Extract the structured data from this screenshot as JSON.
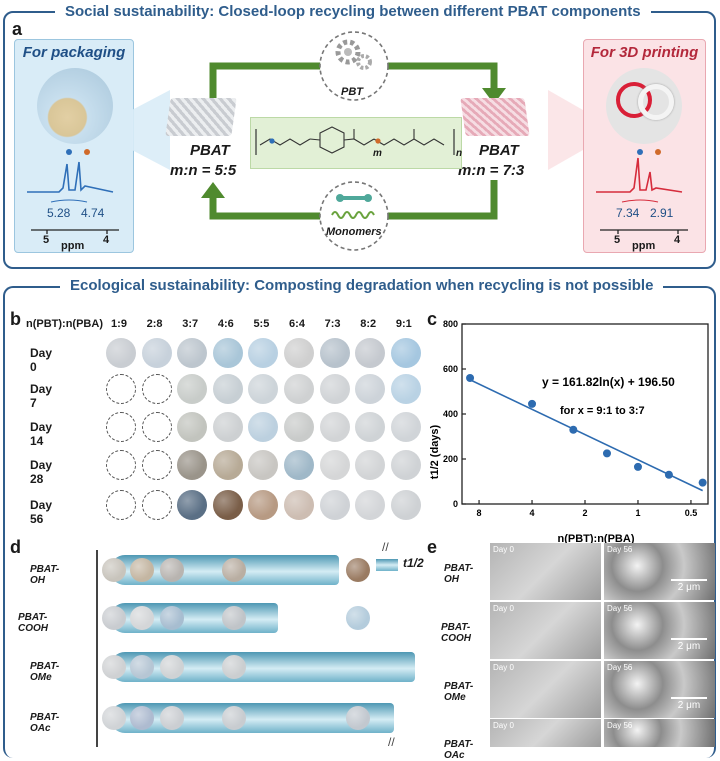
{
  "panel_a": {
    "label": "a",
    "banner": "Social sustainability: Closed-loop recycling between different PBAT components",
    "packaging": {
      "title": "For packaging",
      "peak1": "5.28",
      "peak2": "4.74",
      "axis_ticks": [
        "5",
        "4"
      ],
      "axis_unit": "ppm"
    },
    "printing": {
      "title": "For 3D printing",
      "peak1": "7.34",
      "peak2": "2.91",
      "axis_ticks": [
        "5",
        "4"
      ],
      "axis_unit": "ppm"
    },
    "left_block": {
      "name": "PBAT",
      "ratio": "m:n = 5:5"
    },
    "right_block": {
      "name": "PBAT",
      "ratio": "m:n = 7:3"
    },
    "top_label": "PBT",
    "bottom_label": "Monomers",
    "formula_m": "m",
    "formula_n": "n"
  },
  "eco_banner": "Ecological sustainability: Composting degradation when recycling is not possible",
  "panel_b": {
    "label": "b",
    "header": "n(PBT):n(PBA)",
    "columns": [
      "1:9",
      "2:8",
      "3:7",
      "4:6",
      "5:5",
      "6:4",
      "7:3",
      "8:2",
      "9:1"
    ],
    "rows": [
      {
        "day": "Day 0",
        "cells": [
          "#c9cdd2",
          "#c7d1db",
          "#bdc6ce",
          "#a9c6d8",
          "#b8d0e2",
          "#cfcfcf",
          "#b7c2cc",
          "#c5c9cf",
          "#a5c7e0"
        ]
      },
      {
        "day": "Day 7",
        "cells": [
          "empty",
          "empty",
          "#c8ccc9",
          "#c7cfd4",
          "#cdd4d9",
          "#cfd1d2",
          "#d0d3d6",
          "#cdd3d9",
          "#b9d2e4"
        ]
      },
      {
        "day": "Day 14",
        "cells": [
          "empty",
          "empty",
          "#c2c4be",
          "#cdd0d2",
          "#bcd0df",
          "#c9cbca",
          "#d2d4d6",
          "#cfd3d6",
          "#d0d4d8"
        ]
      },
      {
        "day": "Day 28",
        "cells": [
          "empty",
          "empty",
          "#9a948a",
          "#b7aa96",
          "#c8c6c2",
          "#9fb8c8",
          "#d5d6d7",
          "#d2d4d6",
          "#cfd2d5"
        ]
      },
      {
        "day": "Day 56",
        "cells": [
          "empty",
          "empty",
          "#5a6f85",
          "#7a5e48",
          "#b79a83",
          "#cdbdb2",
          "#cfd2d6",
          "#d3d5d8",
          "#ced1d4"
        ]
      }
    ]
  },
  "panel_c": {
    "label": "c"
  },
  "chart_data": {
    "type": "scatter",
    "xlabel": "n(PBT):n(PBA)",
    "ylabel": "t1/2 (days)",
    "ylim": [
      0,
      800
    ],
    "yticks": [
      0,
      200,
      400,
      600,
      800
    ],
    "xtick_labels": [
      "8",
      "4",
      "2",
      "1",
      "0.5"
    ],
    "x_scale": "log (reversed)",
    "xlim": [
      10,
      0.4
    ],
    "points": [
      {
        "x": 9,
        "y": 560
      },
      {
        "x": 4,
        "y": 445
      },
      {
        "x": 2.33,
        "y": 330
      },
      {
        "x": 1.5,
        "y": 225
      },
      {
        "x": 1,
        "y": 165
      },
      {
        "x": 0.667,
        "y": 130
      },
      {
        "x": 0.429,
        "y": 95
      }
    ],
    "fit_line": [
      {
        "x": 9,
        "y": 552.1
      },
      {
        "x": 0.429,
        "y": 59.4
      }
    ],
    "equation": "y = 161.82ln(x) + 196.50",
    "range_note": "for x = 9:1 to 3:7",
    "grid": false,
    "colors": {
      "points": "#2d6bb0",
      "line": "#2d6bb0"
    }
  },
  "panel_d": {
    "label": "d",
    "legend": "t1/2",
    "break_mark": "//",
    "rows": [
      {
        "name": "PBAT-OH",
        "bar_fraction": 0.75,
        "discs": [
          "#c8c4bc",
          "#c4b6a2",
          "#b8b4b0",
          "#b9aea2",
          "#9a7b62"
        ]
      },
      {
        "name": "PBAT-COOH",
        "bar_fraction": 0.55,
        "discs": [
          "#c9ccd0",
          "#d4d6d8",
          "#a7bdd0",
          "#c0c4c8",
          "#b4ccdc"
        ]
      },
      {
        "name": "PBAT-OMe",
        "bar_fraction": 1.0,
        "discs": [
          "#cfd1d3",
          "#b6c6d4",
          "#cfd2d4",
          "#cbced0"
        ]
      },
      {
        "name": "PBAT-OAc",
        "bar_fraction": 0.93,
        "discs": [
          "#d0d3d6",
          "#aebbd0",
          "#cbced2",
          "#c8ccd0",
          "#c2c8cf"
        ]
      }
    ]
  },
  "panel_e": {
    "label": "e",
    "day_start": "Day 0",
    "day_end": "Day 56",
    "scale": "2 μm",
    "rows": [
      "PBAT-OH",
      "PBAT-COOH",
      "PBAT-OMe",
      "PBAT-OAc"
    ]
  }
}
